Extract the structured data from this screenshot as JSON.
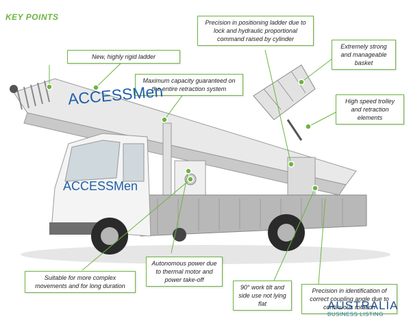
{
  "title": "KEY POINTS",
  "brand": {
    "boom_logo_part1": "ACCESS",
    "boom_logo_part2": "Men",
    "cab_logo_part1": "ACCESS",
    "cab_logo_part2": "Men"
  },
  "callouts": {
    "precision_positioning": "Precision in positioning ladder due to lock and hydraulic proportional command raised by cylinder",
    "rigid_ladder": "New, highly rigid ladder",
    "strong_basket": "Extremely strong and manageable basket",
    "max_capacity": "Maximum capacity guaranteed on the entire retraction system",
    "trolley": "High speed trolley and retraction elements",
    "autonomous_power": "Autonomous power due to thermal motor and power take-off",
    "complex_movements": "Suitable for more complex movements and for long duration",
    "work_tilt": "90° work tilt and side use not lying flat",
    "coupling_angle": "Precision in identification of correct coupling angle due to continuous rotation"
  },
  "watermark": {
    "line1": "AUSTRALIA",
    "line2": "BUSINESS LISTING"
  },
  "colors": {
    "accent": "#6db33f",
    "brand_blue": "#1f5fa8",
    "truck_white": "#f2f2f2",
    "chassis_gray": "#9a9a9a"
  }
}
